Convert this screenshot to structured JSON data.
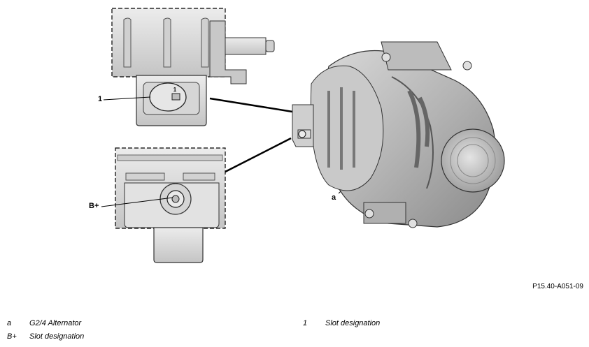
{
  "callouts": {
    "one": "1",
    "bplus": "B+",
    "a": "a",
    "connector_digit": "1"
  },
  "figure_id": "P15.40-A051-09",
  "legend": [
    {
      "key": "a",
      "text": "G2/4 Alternator"
    },
    {
      "key": "B+",
      "text": "Slot designation"
    },
    {
      "key": "1",
      "text": "Slot designation"
    }
  ]
}
